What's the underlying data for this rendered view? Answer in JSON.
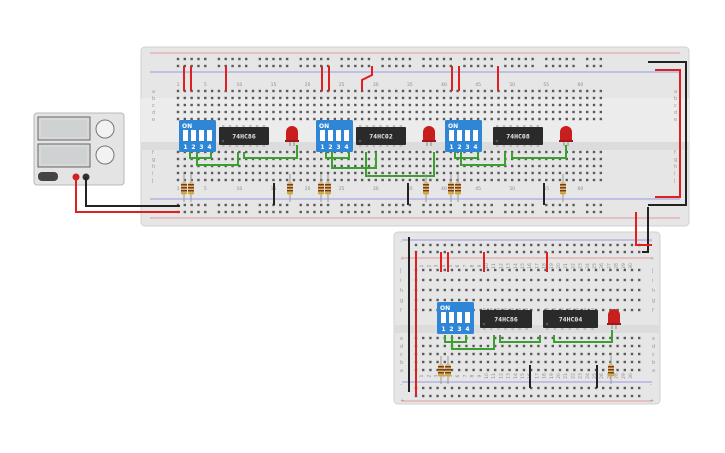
{
  "canvas": {
    "background": "#ffffff"
  },
  "breadboards": [
    {
      "name": "main-breadboard",
      "column_numbers": [
        "1",
        "5",
        "10",
        "15",
        "20",
        "25",
        "30",
        "35",
        "40",
        "45",
        "50",
        "55",
        "60"
      ],
      "row_letters_top": [
        "a",
        "b",
        "c",
        "d",
        "e"
      ],
      "row_letters_bottom": [
        "f",
        "g",
        "h",
        "i",
        "j"
      ]
    },
    {
      "name": "secondary-breadboard",
      "column_numbers": [
        "1",
        "2",
        "3",
        "4",
        "5",
        "6",
        "7",
        "8",
        "9",
        "10",
        "11",
        "12",
        "13",
        "14",
        "15",
        "16",
        "17",
        "18",
        "19",
        "20",
        "21",
        "22",
        "23",
        "24",
        "25",
        "26",
        "27",
        "28",
        "29",
        "30"
      ],
      "row_letters": [
        "j",
        "i",
        "h",
        "g",
        "f",
        "e",
        "d",
        "c",
        "b",
        "a"
      ]
    }
  ],
  "chips": [
    "74HC86",
    "74HC02",
    "74HC08",
    "74HC86",
    "74HC04"
  ],
  "dip_switch": {
    "on_label": "ON",
    "positions": [
      "1",
      "2",
      "3",
      "4"
    ]
  },
  "rail_signs": {
    "plus": "+",
    "minus": "-"
  },
  "colors": {
    "wire_red": "#e02020",
    "wire_black": "#222222",
    "wire_green": "#3aa030",
    "dip_blue": "#2f86d6",
    "led_red": "#c81e1e",
    "chip_body": "#2a2a2a",
    "board": "#e9e9e9"
  }
}
